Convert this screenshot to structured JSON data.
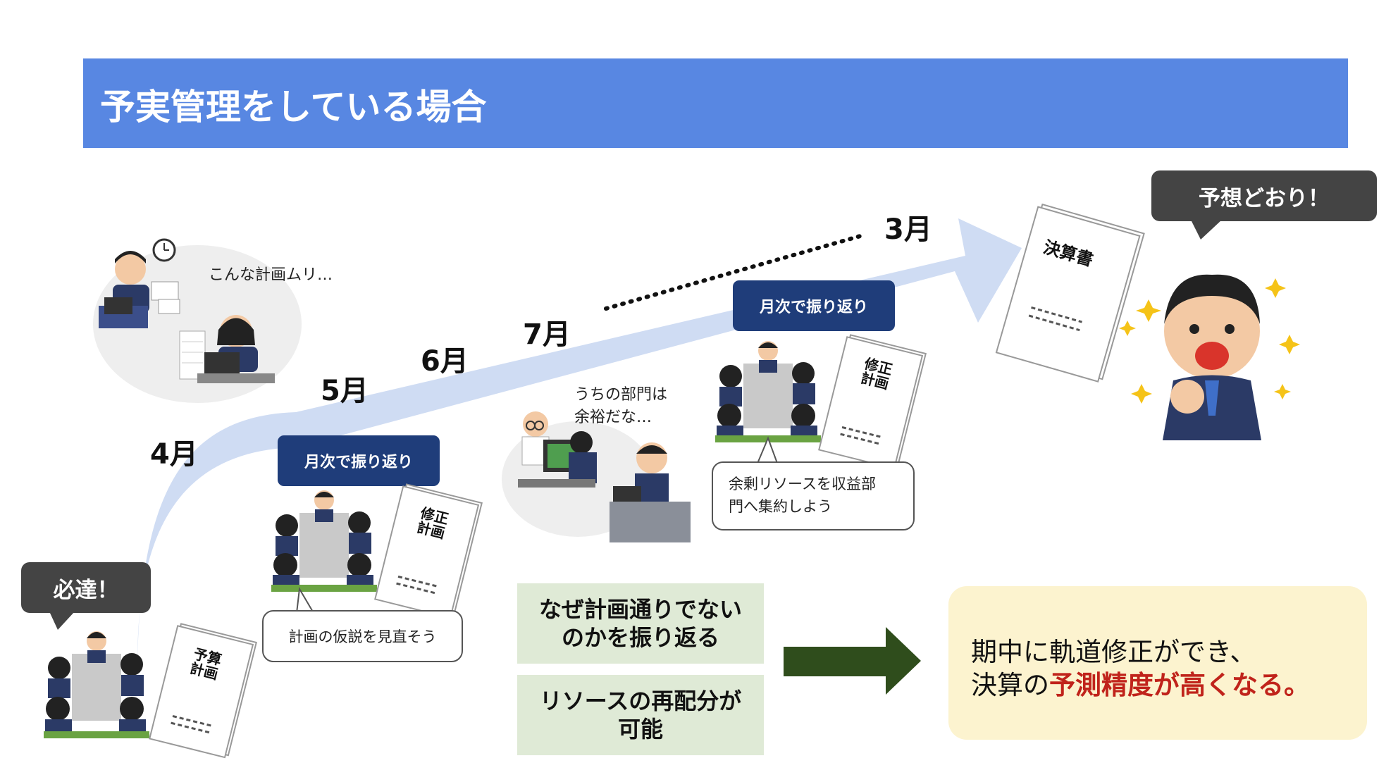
{
  "header": {
    "title": "予実管理をしている場合"
  },
  "months": {
    "m4": "4月",
    "m5": "5月",
    "m6": "6月",
    "m7": "7月",
    "m3": "3月"
  },
  "bubbles": {
    "hittatsu": "必達！",
    "yosou": "予想どおり！",
    "muri": "こんな計画ムリ…",
    "yoyu_line1": "うちの部門は",
    "yoyu_line2": "余裕だな…",
    "kasetsu": "計画の仮説を見直そう",
    "shuyaku_line1": "余剰リソースを収益部",
    "shuyaku_line2": "門へ集約しよう"
  },
  "labels": {
    "monthly_review_1": "月次で振り返り",
    "monthly_review_2": "月次で振り返り"
  },
  "documents": {
    "budget_plan_l1": "予算",
    "budget_plan_l2": "計画",
    "revised_plan_1_l1": "修正",
    "revised_plan_1_l2": "計画",
    "revised_plan_2_l1": "修正",
    "revised_plan_2_l2": "計画",
    "settlement": "決算書"
  },
  "benefits": {
    "item1_line1": "なぜ計画通りでない",
    "item1_line2": "のかを振り返る",
    "item2_line1": "リソースの再配分が",
    "item2_line2": "可能"
  },
  "result": {
    "line1": "期中に軌道修正ができ、",
    "line2_prefix": "決算の",
    "line2_highlight": "予測精度が高くなる。"
  },
  "colors": {
    "header": "#5887e2",
    "flow_arrow": "#cfdcf3",
    "navy_label": "#1f3d7a",
    "green_box": "#dfead6",
    "dark_arrow": "#2f4d1c",
    "result_box": "#fcf3cf",
    "highlight": "#c0231b"
  }
}
